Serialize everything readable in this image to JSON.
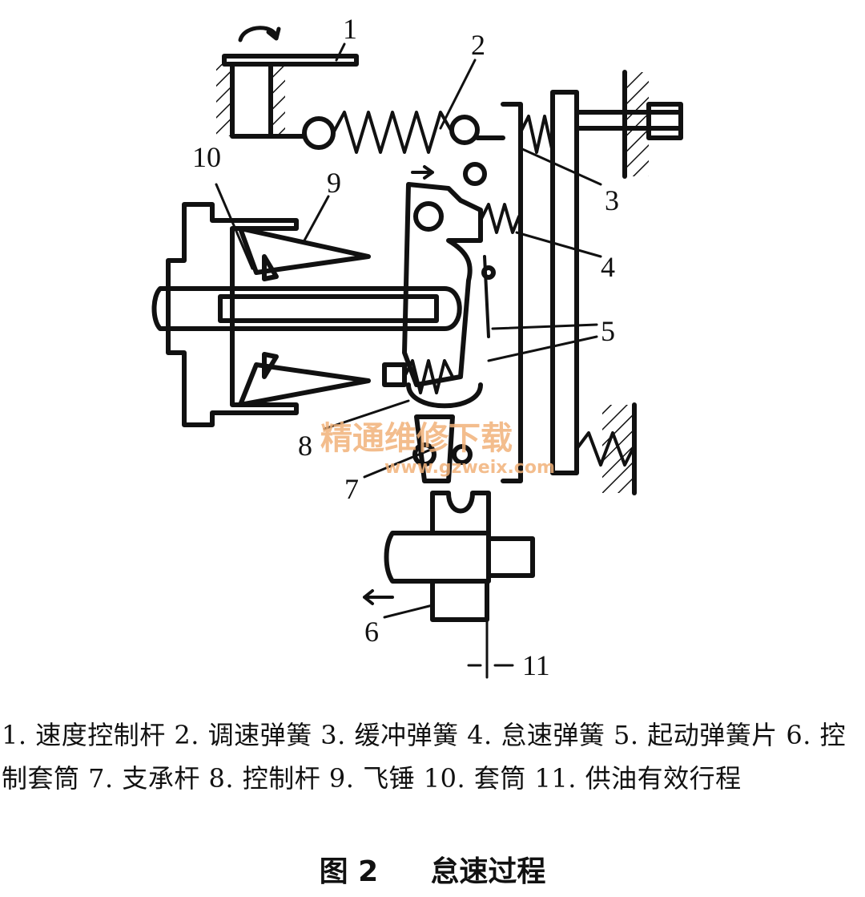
{
  "labels": {
    "n1": "1",
    "n2": "2",
    "n3": "3",
    "n4": "4",
    "n5": "5",
    "n6": "6",
    "n7": "7",
    "n8": "8",
    "n9": "9",
    "n10": "10",
    "n11": "11"
  },
  "watermark": {
    "text": "精通维修下载",
    "url": "www.gzweix.com"
  },
  "caption": "1. 速度控制杆 2. 调速弹簧 3. 缓冲弹簧 4. 怠速弹簧 5. 起动弹簧片 6. 控制套筒 7. 支承杆 8. 控制杆 9. 飞锤 10. 套筒 11. 供油有效行程",
  "figure": {
    "number": "图 2",
    "title": "怠速过程"
  },
  "colors": {
    "line": "#111111",
    "watermark": "#f2b27a"
  }
}
